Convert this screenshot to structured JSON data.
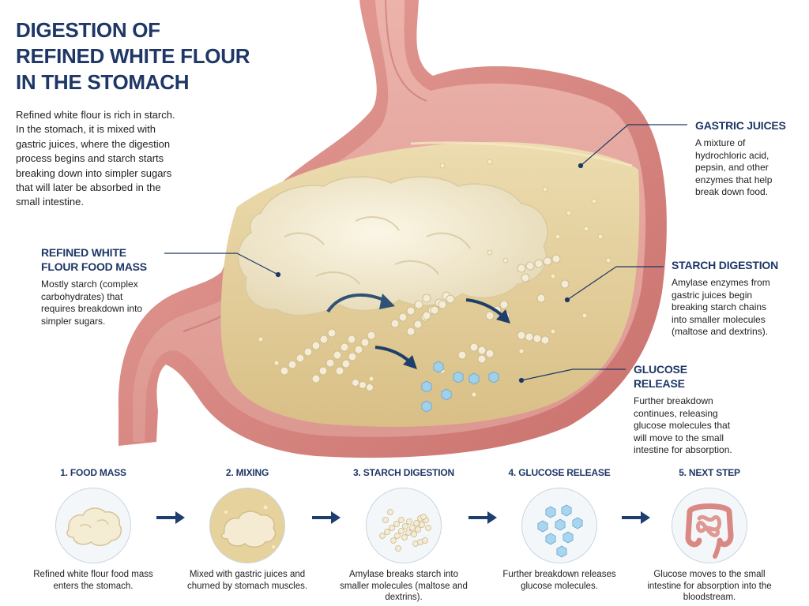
{
  "title_lines": [
    "DIGESTION OF",
    "REFINED WHITE FLOUR",
    "IN THE STOMACH"
  ],
  "intro": "Refined white flour is rich in starch. In the stomach, it is mixed with gastric juices, where the digestion process begins and starch starts breaking down into simpler sugars that will later be absorbed in the small intestine.",
  "labels": {
    "gastric": {
      "title": "GASTRIC JUICES",
      "body": "A mixture of hydrochloric acid, pepsin, and other enzymes that help break down food."
    },
    "flour": {
      "title": "REFINED WHITE FLOUR FOOD MASS",
      "body": "Mostly starch (complex carbohydrates) that requires breakdown into simpler sugars."
    },
    "starch": {
      "title": "STARCH DIGESTION",
      "body": "Amylase enzymes from gastric juices begin breaking starch chains into smaller molecules (maltose and dextrins)."
    },
    "glucose": {
      "title": "GLUCOSE RELEASE",
      "body": "Further breakdown continues, releasing glucose molecules that will move to the small intestine for absorption."
    }
  },
  "steps": [
    {
      "title": "1. FOOD MASS",
      "desc": "Refined white flour food mass enters the stomach."
    },
    {
      "title": "2. MIXING",
      "desc": "Mixed with gastric juices and churned by stomach muscles."
    },
    {
      "title": "3. STARCH DIGESTION",
      "desc": "Amylase breaks starch into smaller molecules (maltose and dextrins)."
    },
    {
      "title": "4. GLUCOSE RELEASE",
      "desc": "Further breakdown releases glucose molecules."
    },
    {
      "title": "5. NEXT STEP",
      "desc": "Glucose moves to the small intestine for absorption into the bloodstream."
    }
  ],
  "colors": {
    "heading": "#1e3766",
    "stomach_wall": "#d98680",
    "stomach_inner": "#e9aea8",
    "gastric_juice": "#e6d29e",
    "flour_mass": "#f2ead2",
    "glucose": "#8fc6e6",
    "arrow": "#1e3e6e"
  }
}
